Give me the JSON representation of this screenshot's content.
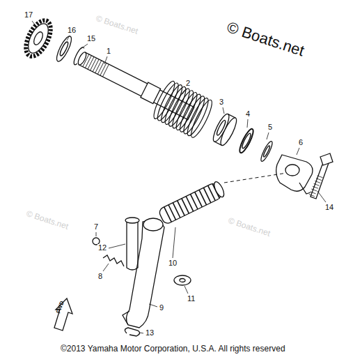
{
  "diagram": {
    "caption": "©2013 Yamaha Motor Corporation, U.S.A. All rights reserved",
    "labels": [
      "© Boats.net",
      "17",
      "16",
      "15",
      "1",
      "2",
      "3",
      "4",
      "5",
      "6",
      "14",
      "7",
      "12",
      "8",
      "10",
      "11",
      "9",
      "13",
      "FWD",
      "© Boats.net",
      "© Boats.net",
      "© Boats.net"
    ]
  }
}
